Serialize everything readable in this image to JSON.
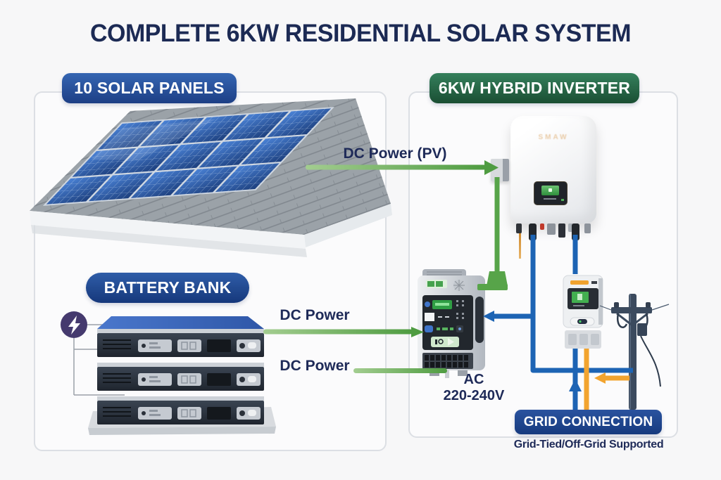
{
  "title": "COMPLETE 6KW RESIDENTIAL SOLAR SYSTEM",
  "badges": {
    "solar_panels": "10 SOLAR PANELS",
    "hybrid_inverter": "6KW HYBRID INVERTER",
    "battery_bank": "BATTERY BANK",
    "grid_connection": "GRID CONNECTION"
  },
  "labels": {
    "dc_power_pv": "DC Power (PV)",
    "dc_power_battery_1": "DC Power",
    "dc_power_battery_2": "DC Power",
    "ac_line1": "AC",
    "ac_line2": "220-240V",
    "grid_note": "Grid-Tied/Off-Grid Supported"
  },
  "inverter": {
    "brand": "SMAW"
  },
  "icons": {
    "battery_bolt": "lightning-bolt"
  },
  "colors": {
    "navy_text": "#1e2a58",
    "badge_blue": "#2a539f",
    "badge_green": "#2a6c4c",
    "wire_dc_green": "#56a348",
    "wire_ac_blue": "#1d64b4",
    "wire_grid_orange": "#f2a42f",
    "panel_blue": "#2a5cab",
    "roof_gray": "#9ba2a8",
    "battery_dark": "#2a3340",
    "bolt_purple": "#453a6e"
  }
}
